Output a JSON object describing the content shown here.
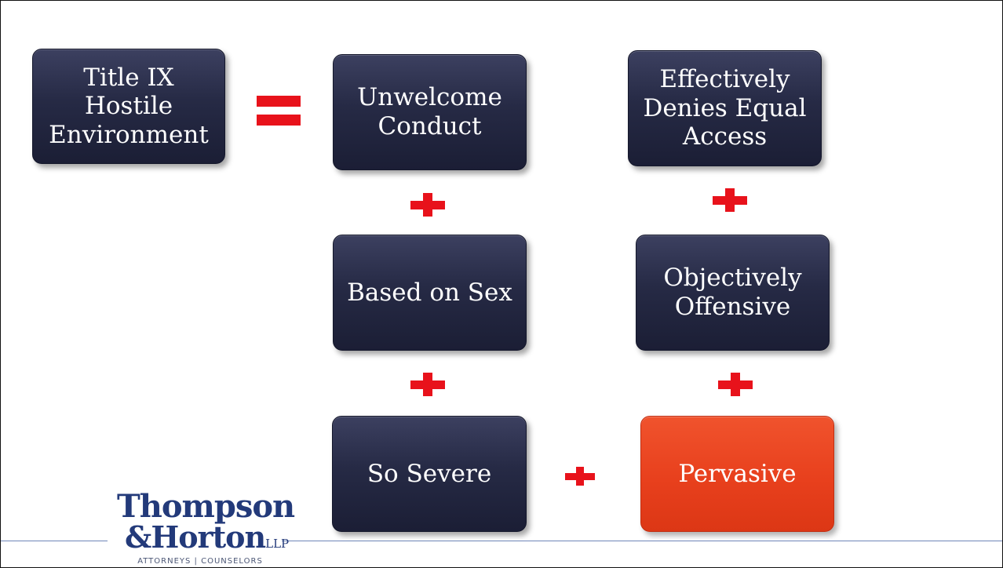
{
  "diagram": {
    "equation_left": "Title IX\nHostile\nEnvironment",
    "left_column": {
      "top": "Unwelcome\nConduct",
      "middle": "Based on Sex",
      "bottom": "So Severe"
    },
    "right_column": {
      "top": "Effectively\nDenies Equal\nAccess",
      "middle": "Objectively\nOffensive",
      "bottom": "Pervasive"
    },
    "operators": {
      "equals": "=",
      "plus": "+"
    },
    "colors": {
      "box_dark": "#262a45",
      "box_highlight": "#e8401d",
      "operator": "#e8121b",
      "rule_line": "#6f86b8"
    }
  },
  "logo": {
    "name_line1": "Thompson",
    "name_line2_prefix": "&",
    "name_line2": "Horton",
    "suffix": "LLP",
    "tagline": "ATTORNEYS | COUNSELORS"
  }
}
